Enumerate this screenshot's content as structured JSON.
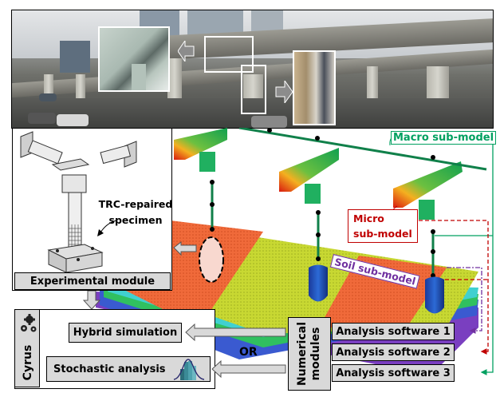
{
  "photo": {
    "description": "Elevated highway with deteriorated concrete piers",
    "inset_arrows": [
      "left-arrow",
      "right-arrow"
    ]
  },
  "experimental": {
    "specimen_label_line1": "TRC-repaired",
    "specimen_label_line2": "specimen",
    "module_label": "Experimental module"
  },
  "models": {
    "macro_label": "Macro sub-model",
    "micro_label_line1": "Micro",
    "micro_label_line2": "sub-model",
    "soil_label": "Soil sub-model"
  },
  "cyrus": {
    "title": "Cyrus",
    "hybrid_label": "Hybrid simulation",
    "stochastic_label": "Stochastic analysis"
  },
  "connector": {
    "or_label": "OR"
  },
  "numerical": {
    "title_line1": "Numerical",
    "title_line2": "modules",
    "software": [
      {
        "label": "Analysis software 1",
        "line_style": "dash-dot",
        "color": "#7030a0"
      },
      {
        "label": "Analysis software 2",
        "line_style": "dashed",
        "color": "#c00000"
      },
      {
        "label": "Analysis software 3",
        "line_style": "solid",
        "color": "#00a060"
      }
    ]
  },
  "colors": {
    "macro_green": "#00a060",
    "micro_red": "#c00000",
    "soil_purple": "#7030a0",
    "label_gray": "#d9d9d9",
    "mesh_yellow": "#c8d832",
    "mesh_orange": "#f06a3a"
  }
}
